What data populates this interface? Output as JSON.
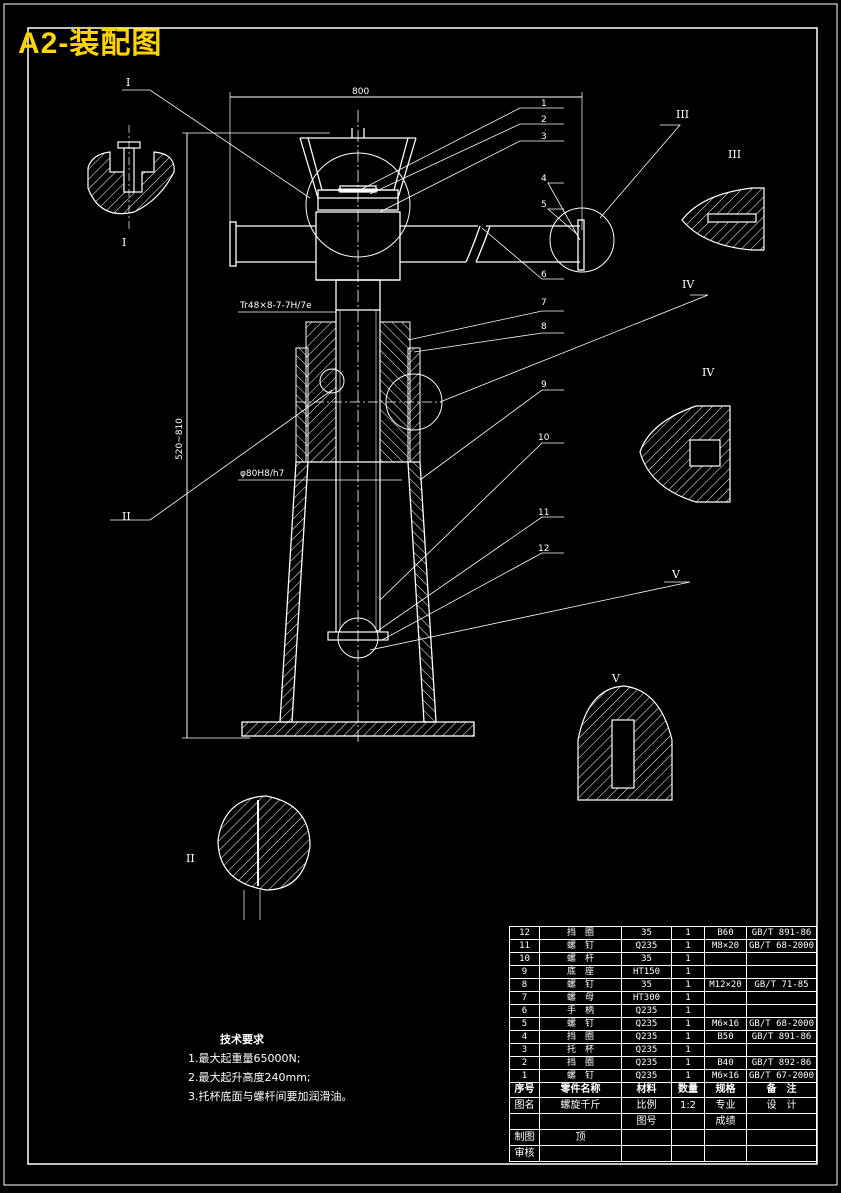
{
  "title": "A2-装配图",
  "dimensions": {
    "width": "800",
    "height": "520~810",
    "thread": "Tr48×8-7-7H/7e",
    "fit": "φ80H8/h7"
  },
  "views": [
    "I",
    "II",
    "III",
    "IV",
    "V"
  ],
  "balloons": [
    "1",
    "2",
    "3",
    "4",
    "5",
    "6",
    "7",
    "8",
    "9",
    "10",
    "11",
    "12"
  ],
  "tech_requirements": {
    "heading": "技术要求",
    "items": [
      "1.最大起重量65000N;",
      "2.最大起升高度240mm;",
      "3.托杯底面与螺杆间要加润滑油。"
    ]
  },
  "parts_table": {
    "rows": [
      {
        "no": "12",
        "name": "挡　圈",
        "material": "35",
        "qty": "1",
        "spec": "B60",
        "std": "GB/T 891-86"
      },
      {
        "no": "11",
        "name": "螺　钉",
        "material": "Q235",
        "qty": "1",
        "spec": "M8×20",
        "std": "GB/T 68-2000"
      },
      {
        "no": "10",
        "name": "螺　杆",
        "material": "35",
        "qty": "1",
        "spec": "",
        "std": ""
      },
      {
        "no": "9",
        "name": "底　座",
        "material": "HT150",
        "qty": "1",
        "spec": "",
        "std": ""
      },
      {
        "no": "8",
        "name": "螺　钉",
        "material": "35",
        "qty": "1",
        "spec": "M12×20",
        "std": "GB/T 71-85"
      },
      {
        "no": "7",
        "name": "螺　母",
        "material": "HT300",
        "qty": "1",
        "spec": "",
        "std": ""
      },
      {
        "no": "6",
        "name": "手　柄",
        "material": "Q235",
        "qty": "1",
        "spec": "",
        "std": ""
      },
      {
        "no": "5",
        "name": "螺　钉",
        "material": "Q235",
        "qty": "1",
        "spec": "M6×16",
        "std": "GB/T 68-2000"
      },
      {
        "no": "4",
        "name": "挡　圈",
        "material": "Q235",
        "qty": "1",
        "spec": "B50",
        "std": "GB/T 891-86"
      },
      {
        "no": "3",
        "name": "托　杯",
        "material": "Q235",
        "qty": "1",
        "spec": "",
        "std": ""
      },
      {
        "no": "2",
        "name": "挡　圈",
        "material": "Q235",
        "qty": "1",
        "spec": "B40",
        "std": "GB/T 892-86"
      },
      {
        "no": "1",
        "name": "螺　钉",
        "material": "Q235",
        "qty": "1",
        "spec": "M6×16",
        "std": "GB/T 67-2000"
      }
    ],
    "header": {
      "no": "序号",
      "name": "零件名称",
      "material": "材料",
      "qty": "数量",
      "spec": "规格",
      "std": "备　注"
    },
    "footer": {
      "drawing_label": "图名",
      "drawing_name": "螺旋千斤",
      "scale_label": "比例",
      "scale": "1:2",
      "major_label": "专业",
      "major": "设　计",
      "drawno_label": "图号",
      "score_label": "成绩",
      "drawer_label": "制图",
      "drawer_mark": "顶",
      "checker_label": "审核"
    }
  }
}
